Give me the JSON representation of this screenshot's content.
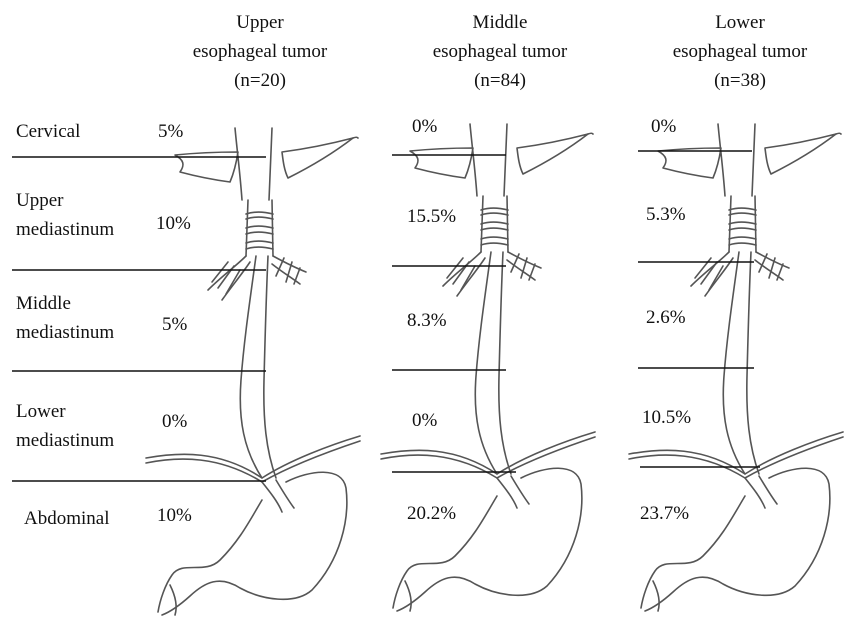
{
  "columns": [
    {
      "title_line1": "Upper",
      "title_line2": "esophageal tumor",
      "n": "(n=20)",
      "values": [
        "5%",
        "10%",
        "5%",
        "0%",
        "10%"
      ]
    },
    {
      "title_line1": "Middle",
      "title_line2": "esophageal tumor",
      "n": "(n=84)",
      "values": [
        "0%",
        "15.5%",
        "8.3%",
        "0%",
        "20.2%"
      ]
    },
    {
      "title_line1": "Lower",
      "title_line2": "esophageal tumor",
      "n": "(n=38)",
      "values": [
        "0%",
        "5.3%",
        "2.6%",
        "10.5%",
        "23.7%"
      ]
    }
  ],
  "regions": [
    {
      "line1": "Cervical",
      "line2": ""
    },
    {
      "line1": "Upper",
      "line2": "mediastinum"
    },
    {
      "line1": "Middle",
      "line2": "mediastinum"
    },
    {
      "line1": "Lower",
      "line2": "mediastinum"
    },
    {
      "line1": "Abdominal",
      "line2": ""
    }
  ],
  "colors": {
    "ink": "#222222",
    "stroke": "#555555",
    "background": "#ffffff"
  }
}
